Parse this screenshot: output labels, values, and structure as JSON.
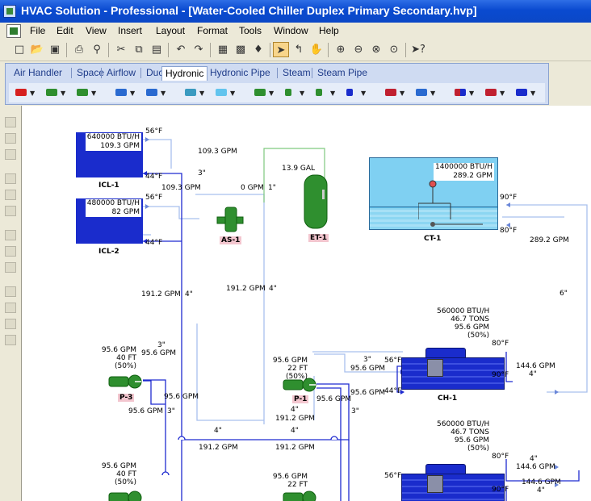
{
  "app": {
    "title": "HVAC Solution - Professional - [Water-Cooled Chiller Duplex Primary Secondary.hvp]"
  },
  "menu": [
    "File",
    "Edit",
    "View",
    "Insert",
    "Layout",
    "Format",
    "Tools",
    "Window",
    "Help"
  ],
  "tabs": {
    "items": [
      "Air Handler",
      "Space",
      "Airflow",
      "Duct",
      "Hydronic",
      "Hydronic Pipe",
      "Steam",
      "Steam Pipe"
    ],
    "active": "Hydronic"
  },
  "colors": {
    "pipe_dark": "#1f2bd0",
    "pipe_light": "#a9c0ee",
    "pipe_green": "#7fc97f",
    "equipment_blue": "#1a2ccc",
    "tower_blue": "#62c4ee",
    "tank_green": "#2f8f2f",
    "label_pink": "#f3c6cf"
  },
  "equipment": {
    "icl1": {
      "name": "ICL-1",
      "btu": "640000 BTU/H",
      "gpm": "109.3 GPM",
      "supply": "56°F",
      "return": "44°F"
    },
    "icl2": {
      "name": "ICL-2",
      "btu": "480000 BTU/H",
      "gpm": "82 GPM",
      "supply": "56°F",
      "return": "44°F"
    },
    "as1": {
      "name": "AS-1"
    },
    "et1": {
      "name": "ET-1",
      "volume": "13.9 GAL"
    },
    "ct1": {
      "name": "CT-1",
      "btu": "1400000 BTU/H",
      "gpm": "289.2 GPM",
      "t_in": "90°F",
      "t_out": "80°F"
    },
    "ch1": {
      "name": "CH-1",
      "btu": "560000 BTU/H",
      "tons": "46.7 TONS",
      "gpm": "95.6 GPM",
      "pct": "(50%)",
      "t_cond_in": "80°F",
      "t_cond_out": "90°F",
      "t_evap_in": "56°F",
      "t_evap_out": "44°F"
    },
    "ch2": {
      "btu": "560000 BTU/H",
      "tons": "46.7 TONS",
      "gpm": "95.6 GPM",
      "pct": "(50%)",
      "t_cond_in": "80°F",
      "t_cond_out": "90°F",
      "t_evap_in": "56°F"
    },
    "p3": {
      "name": "P-3",
      "gpm": "95.6 GPM",
      "head": "40 FT",
      "pct": "(50%)"
    },
    "p1": {
      "name": "P-1",
      "gpm": "95.6 GPM",
      "head": "22 FT",
      "pct": "(50%)"
    },
    "p4": {
      "gpm": "95.6 GPM",
      "head": "40 FT",
      "pct": "(50%)"
    },
    "p2": {
      "gpm": "95.6 GPM",
      "head": "22 FT"
    }
  },
  "pipes": {
    "a1": "109.3 GPM",
    "a2": "3\"",
    "a3": "109.3 GPM",
    "a4": "0 GPM",
    "a5": "1\"",
    "b1": "191.2 GPM",
    "b2": "4\"",
    "b3": "191.2 GPM",
    "b4": "4\"",
    "c1": "289.2 GPM",
    "c2": "6\"",
    "d1": "3\"",
    "d2": "95.6 GPM",
    "d3": "95.6 GPM",
    "d4": "3\"",
    "e1": "95.6 GPM",
    "e2": "3\"",
    "e3": "95.6 GPM",
    "e4": "3\"",
    "e5": "95.6 GPM",
    "f1": "144.6 GPM",
    "f2": "4\"",
    "g1": "191.2 GPM",
    "g2": "4\"",
    "g3": "4\"",
    "g4": "4\"",
    "g5": "191.2 GPM",
    "g6": "191.2 GPM",
    "h1": "4\"",
    "h2": "144.6 GPM",
    "h3": "144.6 GPM",
    "h4": "4\"",
    "k1": "95.6 GPM"
  }
}
